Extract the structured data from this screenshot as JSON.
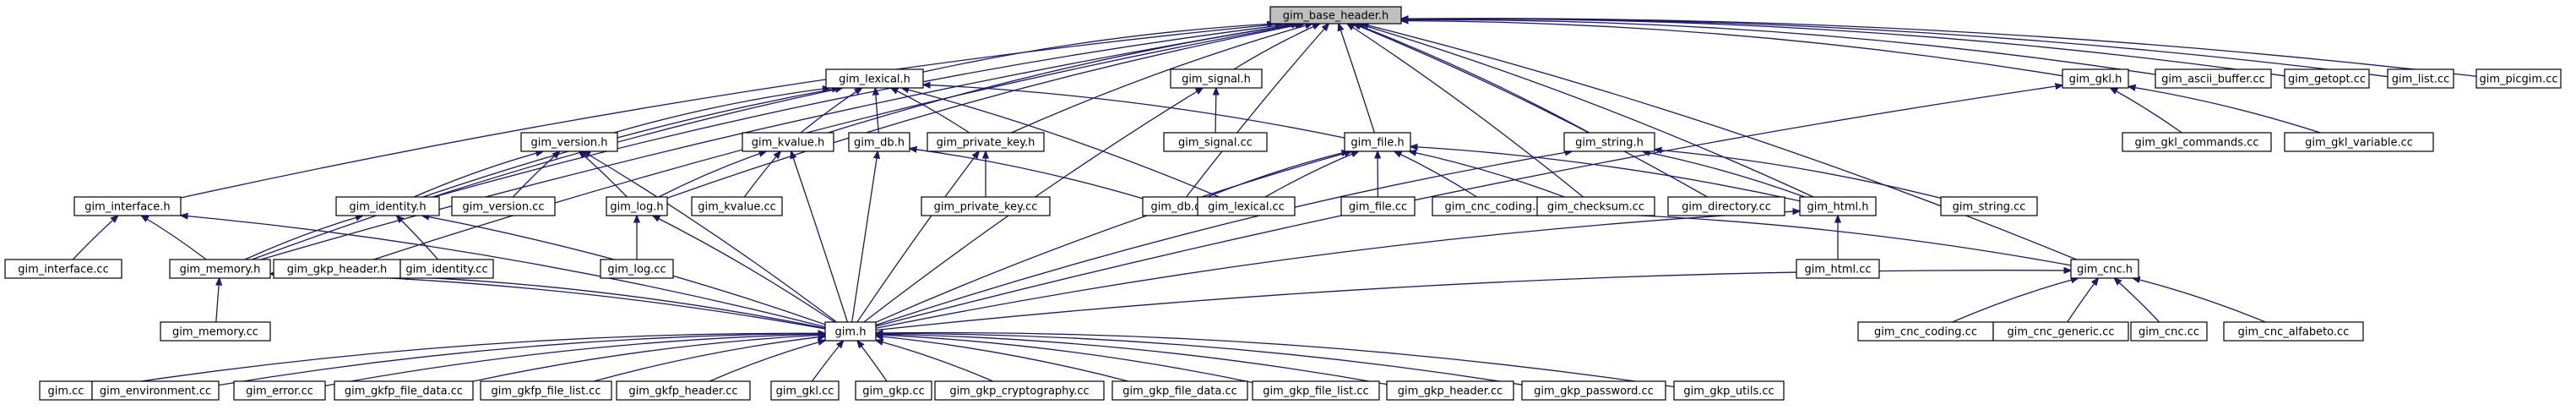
{
  "diagram": {
    "type": "include-dependency-graph",
    "edge_color": "#191970",
    "root_fill": "#bfbfbf",
    "node_fill": "#ffffff",
    "nodes": [
      {
        "id": "gim_base_header_h",
        "label": "gim_base_header.h",
        "root": true
      },
      {
        "id": "gim_lexical_h",
        "label": "gim_lexical.h"
      },
      {
        "id": "gim_signal_h",
        "label": "gim_signal.h"
      },
      {
        "id": "gim_gkl_h",
        "label": "gim_gkl.h"
      },
      {
        "id": "gim_ascii_buffer_cc",
        "label": "gim_ascii_buffer.cc"
      },
      {
        "id": "gim_getopt_cc",
        "label": "gim_getopt.cc"
      },
      {
        "id": "gim_list_cc",
        "label": "gim_list.cc"
      },
      {
        "id": "gim_picgim_cc",
        "label": "gim_picgim.cc"
      },
      {
        "id": "gim_version_h",
        "label": "gim_version.h"
      },
      {
        "id": "gim_kvalue_h",
        "label": "gim_kvalue.h"
      },
      {
        "id": "gim_db_h",
        "label": "gim_db.h"
      },
      {
        "id": "gim_private_key_h",
        "label": "gim_private_key.h"
      },
      {
        "id": "gim_signal_cc",
        "label": "gim_signal.cc"
      },
      {
        "id": "gim_file_h",
        "label": "gim_file.h"
      },
      {
        "id": "gim_string_h",
        "label": "gim_string.h"
      },
      {
        "id": "gim_gkl_commands_cc",
        "label": "gim_gkl_commands.cc"
      },
      {
        "id": "gim_gkl_variable_cc",
        "label": "gim_gkl_variable.cc"
      },
      {
        "id": "gim_interface_h",
        "label": "gim_interface.h"
      },
      {
        "id": "gim_identity_h",
        "label": "gim_identity.h"
      },
      {
        "id": "gim_version_cc",
        "label": "gim_version.cc"
      },
      {
        "id": "gim_log_h",
        "label": "gim_log.h"
      },
      {
        "id": "gim_kvalue_cc",
        "label": "gim_kvalue.cc"
      },
      {
        "id": "gim_private_key_cc",
        "label": "gim_private_key.cc"
      },
      {
        "id": "gim_db_cc",
        "label": "gim_db.cc"
      },
      {
        "id": "gim_lexical_cc",
        "label": "gim_lexical.cc"
      },
      {
        "id": "gim_file_cc",
        "label": "gim_file.cc"
      },
      {
        "id": "gim_cnc_coding_h",
        "label": "gim_cnc_coding.h"
      },
      {
        "id": "gim_checksum_cc",
        "label": "gim_checksum.cc"
      },
      {
        "id": "gim_directory_cc",
        "label": "gim_directory.cc"
      },
      {
        "id": "gim_html_h",
        "label": "gim_html.h"
      },
      {
        "id": "gim_string_cc",
        "label": "gim_string.cc"
      },
      {
        "id": "gim_interface_cc",
        "label": "gim_interface.cc"
      },
      {
        "id": "gim_memory_h",
        "label": "gim_memory.h"
      },
      {
        "id": "gim_gkp_header_h",
        "label": "gim_gkp_header.h"
      },
      {
        "id": "gim_identity_cc",
        "label": "gim_identity.cc"
      },
      {
        "id": "gim_log_cc",
        "label": "gim_log.cc"
      },
      {
        "id": "gim_html_cc",
        "label": "gim_html.cc"
      },
      {
        "id": "gim_cnc_h",
        "label": "gim_cnc.h"
      },
      {
        "id": "gim_memory_cc",
        "label": "gim_memory.cc"
      },
      {
        "id": "gim_h",
        "label": "gim.h"
      },
      {
        "id": "gim_cnc_coding_cc",
        "label": "gim_cnc_coding.cc"
      },
      {
        "id": "gim_cnc_generic_cc",
        "label": "gim_cnc_generic.cc"
      },
      {
        "id": "gim_cnc_cc",
        "label": "gim_cnc.cc"
      },
      {
        "id": "gim_cnc_alfabeto_cc",
        "label": "gim_cnc_alfabeto.cc"
      },
      {
        "id": "gim_cc",
        "label": "gim.cc"
      },
      {
        "id": "gim_environment_cc",
        "label": "gim_environment.cc"
      },
      {
        "id": "gim_error_cc",
        "label": "gim_error.cc"
      },
      {
        "id": "gim_gkfp_file_data_cc",
        "label": "gim_gkfp_file_data.cc"
      },
      {
        "id": "gim_gkfp_file_list_cc",
        "label": "gim_gkfp_file_list.cc"
      },
      {
        "id": "gim_gkfp_header_cc",
        "label": "gim_gkfp_header.cc"
      },
      {
        "id": "gim_gkl_cc",
        "label": "gim_gkl.cc"
      },
      {
        "id": "gim_gkp_cc",
        "label": "gim_gkp.cc"
      },
      {
        "id": "gim_gkp_cryptography_cc",
        "label": "gim_gkp_cryptography.cc"
      },
      {
        "id": "gim_gkp_file_data_cc",
        "label": "gim_gkp_file_data.cc"
      },
      {
        "id": "gim_gkp_file_list_cc",
        "label": "gim_gkp_file_list.cc"
      },
      {
        "id": "gim_gkp_header_cc",
        "label": "gim_gkp_header.cc"
      },
      {
        "id": "gim_gkp_password_cc",
        "label": "gim_gkp_password.cc"
      },
      {
        "id": "gim_gkp_utils_cc",
        "label": "gim_gkp_utils.cc"
      }
    ],
    "edges": [
      {
        "from": "gim_lexical_h",
        "to": "gim_base_header_h"
      },
      {
        "from": "gim_signal_h",
        "to": "gim_base_header_h"
      },
      {
        "from": "gim_gkl_h",
        "to": "gim_base_header_h"
      },
      {
        "from": "gim_ascii_buffer_cc",
        "to": "gim_base_header_h"
      },
      {
        "from": "gim_getopt_cc",
        "to": "gim_base_header_h"
      },
      {
        "from": "gim_list_cc",
        "to": "gim_base_header_h"
      },
      {
        "from": "gim_picgim_cc",
        "to": "gim_base_header_h"
      },
      {
        "from": "gim_interface_h",
        "to": "gim_base_header_h"
      },
      {
        "from": "gim_memory_h",
        "to": "gim_base_header_h"
      },
      {
        "from": "gim_identity_h",
        "to": "gim_base_header_h"
      },
      {
        "from": "gim_kvalue_h",
        "to": "gim_base_header_h"
      },
      {
        "from": "gim_log_h",
        "to": "gim_base_header_h"
      },
      {
        "from": "gim_private_key_h",
        "to": "gim_base_header_h"
      },
      {
        "from": "gim_db_cc",
        "to": "gim_base_header_h"
      },
      {
        "from": "gim_file_h",
        "to": "gim_base_header_h"
      },
      {
        "from": "gim_checksum_cc",
        "to": "gim_base_header_h"
      },
      {
        "from": "gim_directory_cc",
        "to": "gim_base_header_h"
      },
      {
        "from": "gim_html_h",
        "to": "gim_base_header_h"
      },
      {
        "from": "gim_string_h",
        "to": "gim_base_header_h"
      },
      {
        "from": "gim_cnc_h",
        "to": "gim_base_header_h"
      },
      {
        "from": "gim_gkp_header_h",
        "to": "gim_base_header_h"
      },
      {
        "from": "gim_version_h",
        "to": "gim_lexical_h"
      },
      {
        "from": "gim_kvalue_h",
        "to": "gim_lexical_h"
      },
      {
        "from": "gim_db_h",
        "to": "gim_lexical_h"
      },
      {
        "from": "gim_private_key_h",
        "to": "gim_lexical_h"
      },
      {
        "from": "gim_file_h",
        "to": "gim_lexical_h"
      },
      {
        "from": "gim_identity_h",
        "to": "gim_lexical_h"
      },
      {
        "from": "gim_memory_h",
        "to": "gim_lexical_h"
      },
      {
        "from": "gim_lexical_cc",
        "to": "gim_lexical_h"
      },
      {
        "from": "gim_signal_cc",
        "to": "gim_signal_h"
      },
      {
        "from": "gim_h",
        "to": "gim_signal_h"
      },
      {
        "from": "gim_gkl_commands_cc",
        "to": "gim_gkl_h"
      },
      {
        "from": "gim_gkl_variable_cc",
        "to": "gim_gkl_h"
      },
      {
        "from": "gim_h",
        "to": "gim_gkl_h"
      },
      {
        "from": "gim_identity_h",
        "to": "gim_version_h"
      },
      {
        "from": "gim_version_cc",
        "to": "gim_version_h"
      },
      {
        "from": "gim_log_h",
        "to": "gim_version_h"
      },
      {
        "from": "gim_h",
        "to": "gim_version_h"
      },
      {
        "from": "gim_log_h",
        "to": "gim_kvalue_h"
      },
      {
        "from": "gim_kvalue_cc",
        "to": "gim_kvalue_h"
      },
      {
        "from": "gim_h",
        "to": "gim_kvalue_h"
      },
      {
        "from": "gim_db_cc",
        "to": "gim_db_h"
      },
      {
        "from": "gim_h",
        "to": "gim_db_h"
      },
      {
        "from": "gim_private_key_cc",
        "to": "gim_private_key_h"
      },
      {
        "from": "gim_h",
        "to": "gim_private_key_h"
      },
      {
        "from": "gim_db_cc",
        "to": "gim_file_h"
      },
      {
        "from": "gim_lexical_cc",
        "to": "gim_file_h"
      },
      {
        "from": "gim_file_cc",
        "to": "gim_file_h"
      },
      {
        "from": "gim_cnc_coding_h",
        "to": "gim_file_h"
      },
      {
        "from": "gim_checksum_cc",
        "to": "gim_file_h"
      },
      {
        "from": "gim_html_h",
        "to": "gim_file_h"
      },
      {
        "from": "gim_h",
        "to": "gim_file_h"
      },
      {
        "from": "gim_html_h",
        "to": "gim_string_h"
      },
      {
        "from": "gim_string_cc",
        "to": "gim_string_h"
      },
      {
        "from": "gim_h",
        "to": "gim_string_h"
      },
      {
        "from": "gim_interface_cc",
        "to": "gim_interface_h"
      },
      {
        "from": "gim_memory_h",
        "to": "gim_interface_h"
      },
      {
        "from": "gim_h",
        "to": "gim_interface_h"
      },
      {
        "from": "gim_memory_h",
        "to": "gim_identity_h"
      },
      {
        "from": "gim_identity_cc",
        "to": "gim_identity_h"
      },
      {
        "from": "gim_h",
        "to": "gim_identity_h"
      },
      {
        "from": "gim_log_cc",
        "to": "gim_log_h"
      },
      {
        "from": "gim_h",
        "to": "gim_log_h"
      },
      {
        "from": "gim_cnc_h",
        "to": "gim_cnc_coding_h"
      },
      {
        "from": "gim_html_cc",
        "to": "gim_html_h"
      },
      {
        "from": "gim_h",
        "to": "gim_html_h"
      },
      {
        "from": "gim_memory_cc",
        "to": "gim_memory_h"
      },
      {
        "from": "gim_h",
        "to": "gim_memory_h"
      },
      {
        "from": "gim_h",
        "to": "gim_gkp_header_h"
      },
      {
        "from": "gim_h",
        "to": "gim_cnc_h"
      },
      {
        "from": "gim_cnc_coding_cc",
        "to": "gim_cnc_h"
      },
      {
        "from": "gim_cnc_generic_cc",
        "to": "gim_cnc_h"
      },
      {
        "from": "gim_cnc_cc",
        "to": "gim_cnc_h"
      },
      {
        "from": "gim_cnc_alfabeto_cc",
        "to": "gim_cnc_h"
      },
      {
        "from": "gim_cc",
        "to": "gim_h"
      },
      {
        "from": "gim_environment_cc",
        "to": "gim_h"
      },
      {
        "from": "gim_error_cc",
        "to": "gim_h"
      },
      {
        "from": "gim_gkfp_file_data_cc",
        "to": "gim_h"
      },
      {
        "from": "gim_gkfp_file_list_cc",
        "to": "gim_h"
      },
      {
        "from": "gim_gkfp_header_cc",
        "to": "gim_h"
      },
      {
        "from": "gim_gkl_cc",
        "to": "gim_h"
      },
      {
        "from": "gim_gkp_cc",
        "to": "gim_h"
      },
      {
        "from": "gim_gkp_cryptography_cc",
        "to": "gim_h"
      },
      {
        "from": "gim_gkp_file_data_cc",
        "to": "gim_h"
      },
      {
        "from": "gim_gkp_file_list_cc",
        "to": "gim_h"
      },
      {
        "from": "gim_gkp_header_cc",
        "to": "gim_h"
      },
      {
        "from": "gim_gkp_password_cc",
        "to": "gim_h"
      },
      {
        "from": "gim_gkp_utils_cc",
        "to": "gim_h"
      }
    ]
  }
}
